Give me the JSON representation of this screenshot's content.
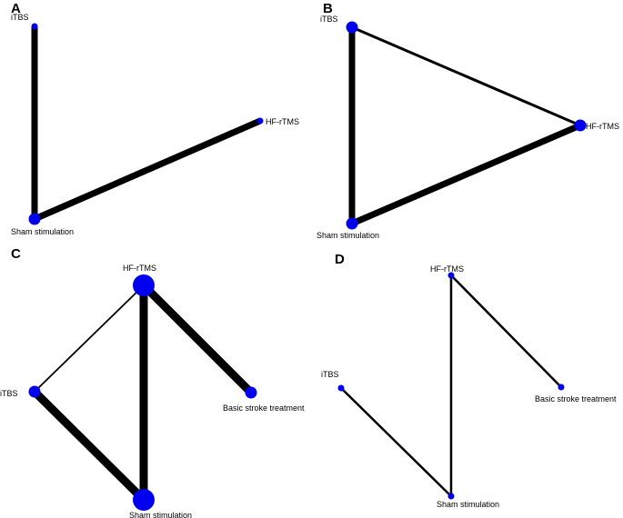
{
  "panels": [
    {
      "letter": "A",
      "nodes": [
        {
          "id": "itbs",
          "label": "iTBS",
          "size": "small"
        },
        {
          "id": "hfrtms",
          "label": "HF-rTMS",
          "size": "small"
        },
        {
          "id": "sham",
          "label": "Sham stimulation",
          "size": "medium"
        }
      ],
      "edges": [
        {
          "from": "itbs",
          "to": "sham",
          "weight": "thick"
        },
        {
          "from": "sham",
          "to": "hfrtms",
          "weight": "thick"
        }
      ]
    },
    {
      "letter": "B",
      "nodes": [
        {
          "id": "itbs",
          "label": "iTBS",
          "size": "medium"
        },
        {
          "id": "hfrtms",
          "label": "HF-rTMS",
          "size": "medium"
        },
        {
          "id": "sham",
          "label": "Sham stimulation",
          "size": "medium"
        }
      ],
      "edges": [
        {
          "from": "itbs",
          "to": "sham",
          "weight": "thick"
        },
        {
          "from": "itbs",
          "to": "hfrtms",
          "weight": "thin"
        },
        {
          "from": "sham",
          "to": "hfrtms",
          "weight": "thick"
        }
      ]
    },
    {
      "letter": "C",
      "nodes": [
        {
          "id": "hfrtms",
          "label": "HF-rTMS",
          "size": "large"
        },
        {
          "id": "itbs",
          "label": "iTBS",
          "size": "medium"
        },
        {
          "id": "basic",
          "label": "Basic stroke treatment",
          "size": "medium"
        },
        {
          "id": "sham",
          "label": "Sham stimulation",
          "size": "large"
        }
      ],
      "edges": [
        {
          "from": "hfrtms",
          "to": "itbs",
          "weight": "thin"
        },
        {
          "from": "hfrtms",
          "to": "sham",
          "weight": "thick"
        },
        {
          "from": "hfrtms",
          "to": "basic",
          "weight": "thick"
        },
        {
          "from": "itbs",
          "to": "sham",
          "weight": "thick"
        }
      ]
    },
    {
      "letter": "D",
      "nodes": [
        {
          "id": "hfrtms",
          "label": "HF-rTMS",
          "size": "small"
        },
        {
          "id": "itbs",
          "label": "iTBS",
          "size": "small"
        },
        {
          "id": "basic",
          "label": "Basic stroke treatment",
          "size": "small"
        },
        {
          "id": "sham",
          "label": "Sham stimulation",
          "size": "small"
        }
      ],
      "edges": [
        {
          "from": "hfrtms",
          "to": "sham",
          "weight": "thin"
        },
        {
          "from": "hfrtms",
          "to": "basic",
          "weight": "thin"
        },
        {
          "from": "itbs",
          "to": "sham",
          "weight": "thin"
        }
      ]
    }
  ],
  "colors": {
    "node": "#0000ee",
    "edge": "#000000"
  }
}
